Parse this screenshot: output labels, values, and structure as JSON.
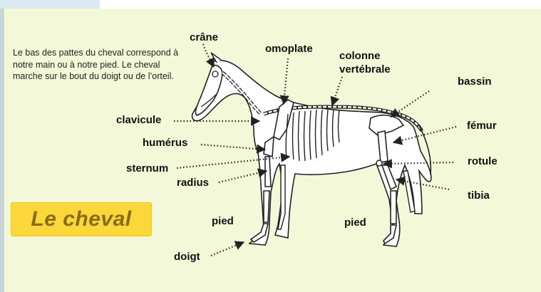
{
  "intro_text": "Le bas des pattes du cheval correspond à notre main ou à notre pied. Le cheval marche sur le bout du doigt ou de l’orteil.",
  "title": "Le cheval",
  "labels": {
    "crane": "crâne",
    "omoplate": "omoplate",
    "colonne_1": "colonne",
    "colonne_2": "vertébrale",
    "bassin": "bassin",
    "clavicule": "clavicule",
    "femur": "fémur",
    "humerus": "humérus",
    "sternum": "sternum",
    "rotule": "rotule",
    "radius": "radius",
    "tibia": "tibia",
    "pied_avant": "pied",
    "pied_arriere": "pied",
    "doigt": "doigt"
  },
  "colors": {
    "background": "#f3f8d8",
    "title_box": "#fbd73a",
    "title_text": "#8a6b12",
    "bone": "#ffffff",
    "outline": "#222222"
  }
}
